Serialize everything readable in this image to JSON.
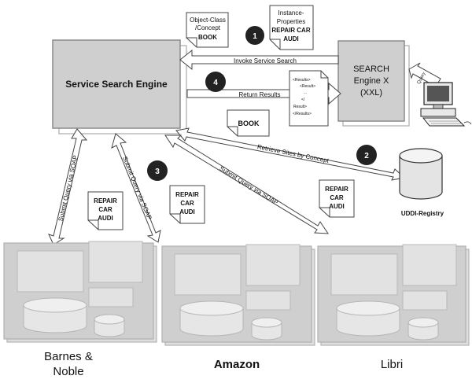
{
  "engine": {
    "label": "Service Search Engine"
  },
  "search_engine": {
    "line1": "SEARCH",
    "line2": "Engine X",
    "line3": "(XXL)"
  },
  "query_arrow": {
    "label": "Query"
  },
  "object_class_note": {
    "line1": "Object-Class",
    "line2": "/Concept",
    "line3": "BOOK"
  },
  "instance_note": {
    "line1": "Instance-",
    "line2": "Properties",
    "line3": "REPAIR CAR",
    "line4": "AUDI"
  },
  "invoke_arrow": {
    "label": "Invoke Service Search"
  },
  "return_arrow": {
    "label": "Return Results"
  },
  "results_doc": {
    "lines": [
      "<Results>",
      "<Result>",
      "...",
      "</",
      "Result>",
      "</Results>"
    ]
  },
  "steps": {
    "s1": "1",
    "s2": "2",
    "s3": "3",
    "s4": "4"
  },
  "book_note": {
    "label": "BOOK"
  },
  "retrieve_arrow": {
    "label": "Retrieve Sites by Concept"
  },
  "registry": {
    "label": "UDDI-Registry"
  },
  "soap_left": {
    "label": "Submit Query via SOAP"
  },
  "soap_mid": {
    "label": "Submit Query via SOAP"
  },
  "soap_right": {
    "label": "Submit Query via SOAP"
  },
  "notes": {
    "n1": {
      "line1": "REPAIR",
      "line2": "CAR",
      "line3": "AUDI"
    },
    "n2": {
      "line1": "REPAIR",
      "line2": "CAR",
      "line3": "AUDI"
    },
    "n3": {
      "line1": "REPAIR",
      "line2": "CAR",
      "line3": "AUDI"
    }
  },
  "sites": {
    "barnes": {
      "line1": "Barnes &",
      "line2": "Noble"
    },
    "amazon": {
      "label": "Amazon"
    },
    "libri": {
      "label": "Libri"
    }
  }
}
